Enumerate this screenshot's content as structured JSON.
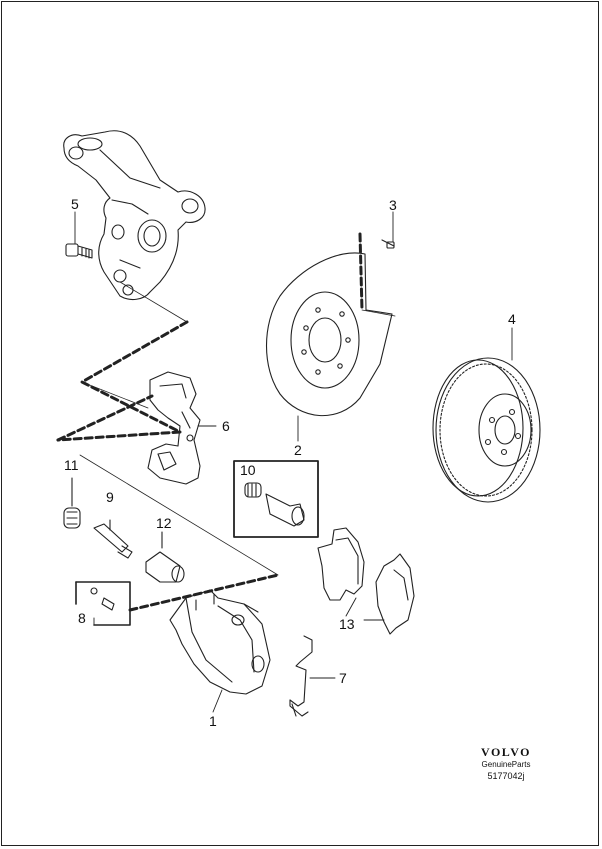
{
  "callouts": {
    "c1": "1",
    "c2": "2",
    "c3": "3",
    "c4": "4",
    "c5": "5",
    "c6": "6",
    "c7": "7",
    "c8": "8",
    "c9": "9",
    "c10": "10",
    "c11": "11",
    "c12": "12",
    "c13": "13"
  },
  "footer": {
    "brand": "VOLVO",
    "subtitle": "GenuineParts",
    "code": "5177042j"
  }
}
